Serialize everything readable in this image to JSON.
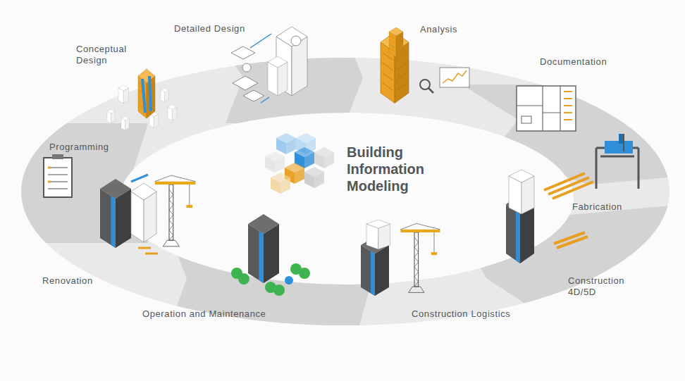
{
  "diagram": {
    "title": "Building Information Modeling",
    "labels": [
      "Conceptual Design",
      "Detailed Design",
      "Analysis",
      "Documentation",
      "Programming",
      "Fabrication",
      "Construction 4D/5D",
      "Renovation",
      "Operation and Maintenance",
      "Construction Logistics"
    ]
  }
}
